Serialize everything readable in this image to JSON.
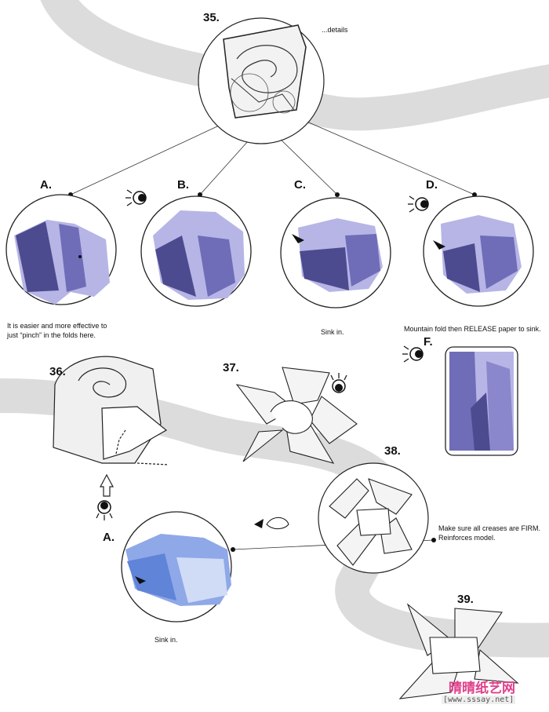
{
  "steps": {
    "s35": "35.",
    "s36": "36.",
    "s37": "37.",
    "s38": "38.",
    "s39": "39."
  },
  "sublabels": {
    "a": "A.",
    "b": "B.",
    "c": "C.",
    "d": "D.",
    "f": "F.",
    "a2": "A."
  },
  "notes": {
    "details": "...details",
    "pinch_line1": "It is easier and more effective to",
    "pinch_line2": "just “pinch” in the folds here.",
    "sink_c": "Sink in.",
    "mountain": "Mountain fold then RELEASE paper to sink.",
    "firm_line1": "Make sure all creases are FIRM.",
    "firm_line2": "Reinforces model.",
    "sink_a2": "Sink in."
  },
  "watermark": {
    "brand": "晴晴纸艺网",
    "url": "[www.sssay.net]"
  },
  "colors": {
    "band": "#dcdcdc",
    "paper_purple": "#6f6cb8",
    "paper_light": "#b7b5e6",
    "paper_blue": "#5f84d8",
    "line": "#222222"
  }
}
